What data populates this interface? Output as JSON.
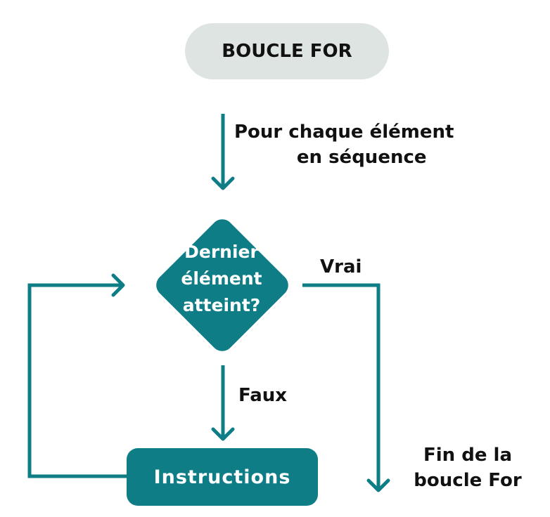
{
  "colors": {
    "teal": "#0e7d86",
    "pill_bg": "#dde4e2",
    "text": "#111111"
  },
  "start": {
    "label": "BOUCLE FOR"
  },
  "entry": {
    "line1": "Pour chaque élément",
    "line2": "en séquence"
  },
  "decision": {
    "lines": [
      "Dernier",
      "élément",
      "atteint?"
    ]
  },
  "branches": {
    "true_label": "Vrai",
    "false_label": "Faux"
  },
  "process": {
    "label": "Instructions"
  },
  "end": {
    "line1": "Fin de la",
    "line2": "boucle For"
  }
}
